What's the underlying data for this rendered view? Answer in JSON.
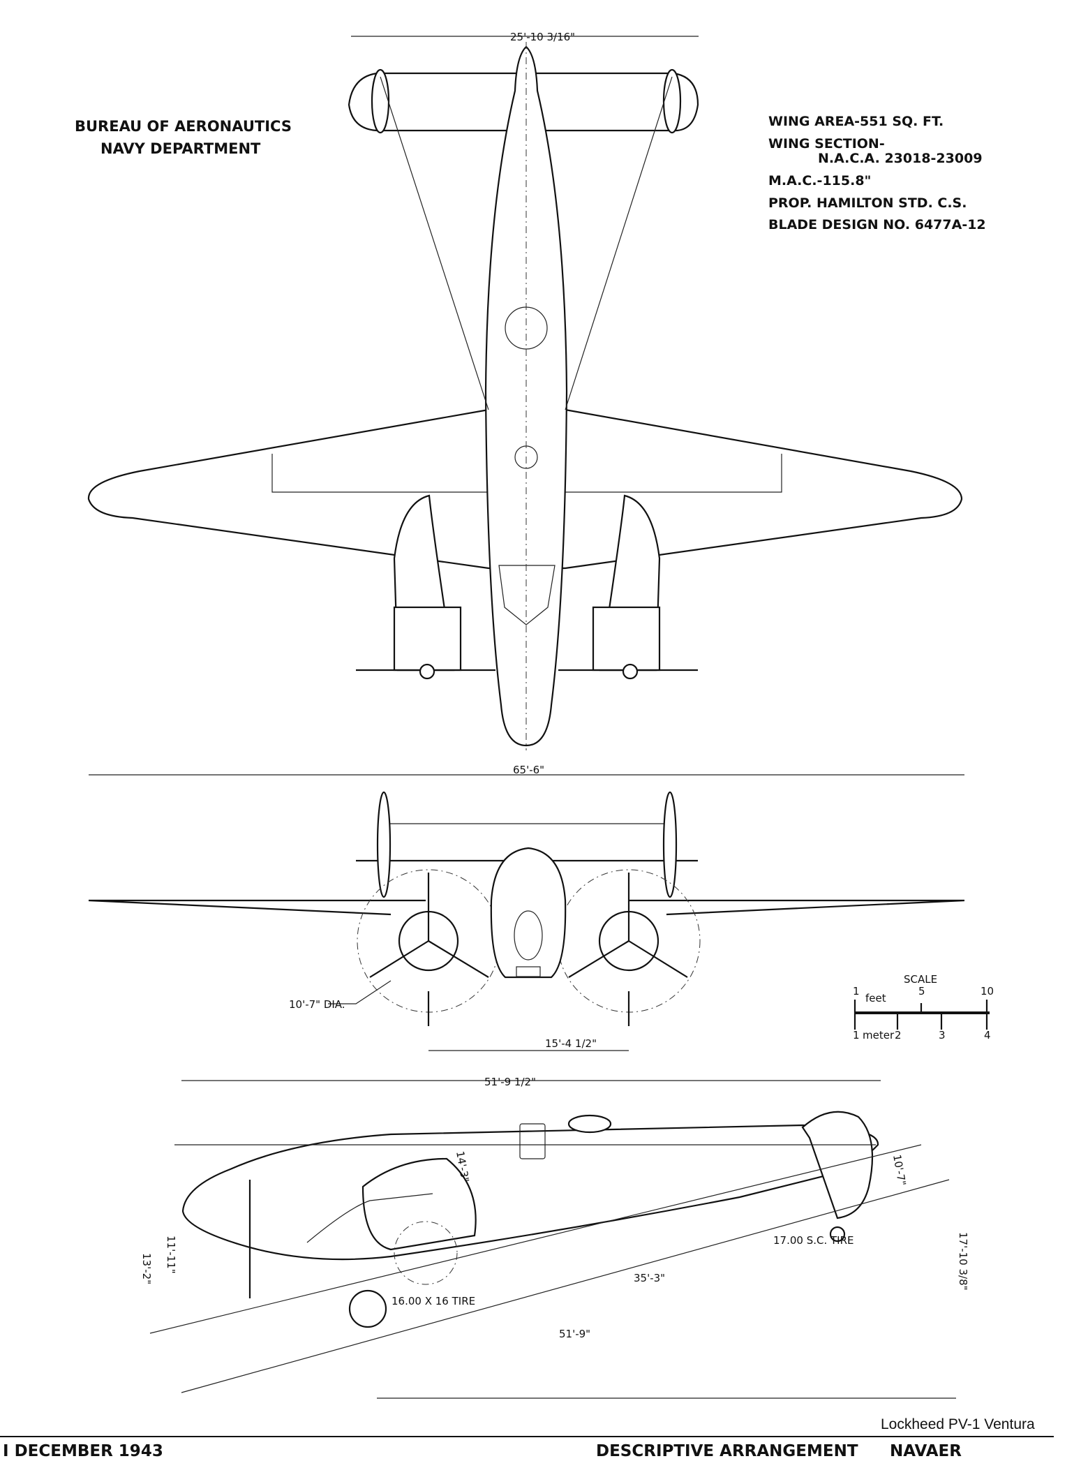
{
  "header": {
    "agency_line1": "BUREAU OF AERONAUTICS",
    "agency_line2": "NAVY DEPARTMENT"
  },
  "specs": [
    "WING AREA-551 SQ. FT.",
    "WING SECTION-",
    "N.A.C.A. 23018-23009",
    "M.A.C.-115.8\"",
    "PROP. HAMILTON STD. C.S.",
    "BLADE DESIGN NO. 6477A-12"
  ],
  "dimensions": {
    "tail_span": "25'-10 3/16\"",
    "wing_span": "65'-6\"",
    "prop_diameter": "10'-7\" DIA.",
    "nacelle_spacing": "15'-4 1/2\"",
    "length_overall": "51'-9 1/2\"",
    "cabin_height": "14'-3\"",
    "fin_height": "10'-7\"",
    "height_overall": "17'-10 3/8\"",
    "tail_tire": "17.00 S.C. TIRE",
    "main_tire": "16.00 X 16 TIRE",
    "wheel_base": "35'-3\"",
    "fuselage_length": "51'-9\"",
    "nose_height": "11'-11\"",
    "ground_height": "13'-2\""
  },
  "scale": {
    "title": "SCALE",
    "feet_label": "feet",
    "meter_label": "meter",
    "feet_ticks": [
      "1",
      "5",
      "10"
    ],
    "meter_ticks": [
      "1",
      "2",
      "3",
      "4"
    ]
  },
  "caption": "Lockheed PV-1 Ventura",
  "footer": {
    "date": "I DECEMBER 1943",
    "title": "DESCRIPTIVE ARRANGEMENT",
    "code": "NAVAER"
  }
}
